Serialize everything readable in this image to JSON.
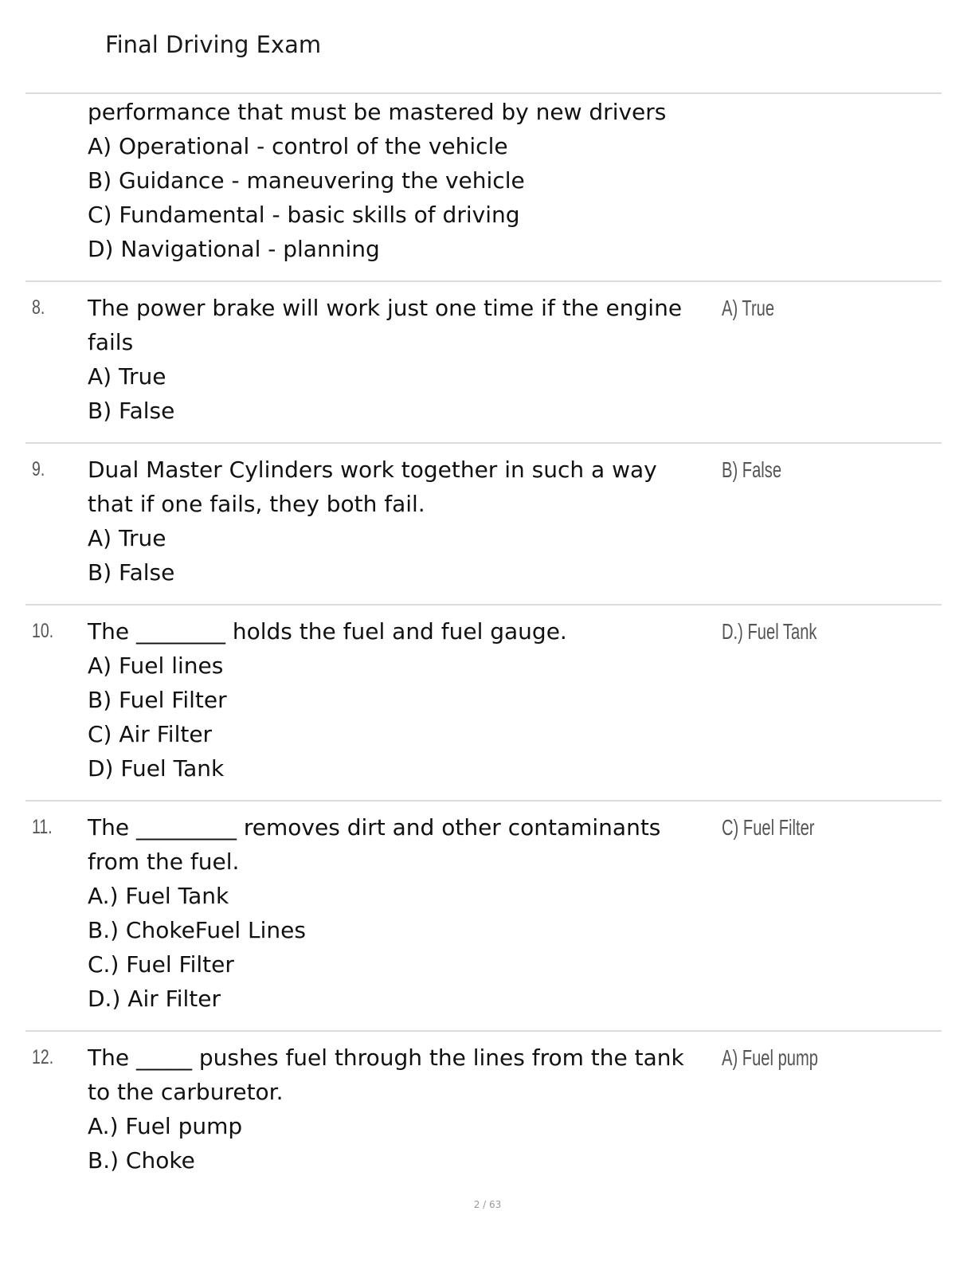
{
  "header": {
    "title": "Final Driving Exam"
  },
  "continuation": {
    "lines": [
      "performance that must be mastered by new drivers",
      "A) Operational - control of the vehicle",
      "B) Guidance - maneuvering the vehicle",
      "C) Fundamental - basic skills of driving",
      "D) Navigational - planning"
    ]
  },
  "questions": [
    {
      "number": "8.",
      "lines": [
        "The power brake will work just one time if the engine",
        "fails",
        "A) True",
        "B) False"
      ],
      "answer": "A) True"
    },
    {
      "number": "9.",
      "lines": [
        "Dual Master Cylinders work together in such a way",
        "that if one fails, they both fail.",
        "A) True",
        "B) False"
      ],
      "answer": "B) False"
    },
    {
      "number": "10.",
      "lines": [
        "The ________ holds the fuel and fuel gauge.",
        "A) Fuel lines",
        "B) Fuel Filter",
        "C) Air Filter",
        "D) Fuel Tank"
      ],
      "answer": "D.) Fuel Tank"
    },
    {
      "number": "11.",
      "lines": [
        "The _________ removes dirt and other contaminants",
        "from the fuel.",
        "A.) Fuel Tank",
        "B.) ChokeFuel Lines",
        "C.) Fuel Filter",
        "D.) Air Filter"
      ],
      "answer": "C) Fuel Filter"
    },
    {
      "number": "12.",
      "lines": [
        "The _____ pushes fuel through the lines from the tank",
        "to the carburetor.",
        "A.) Fuel pump",
        "B.) Choke"
      ],
      "answer": "A) Fuel pump"
    }
  ],
  "footer": {
    "page": "2 / 63"
  }
}
